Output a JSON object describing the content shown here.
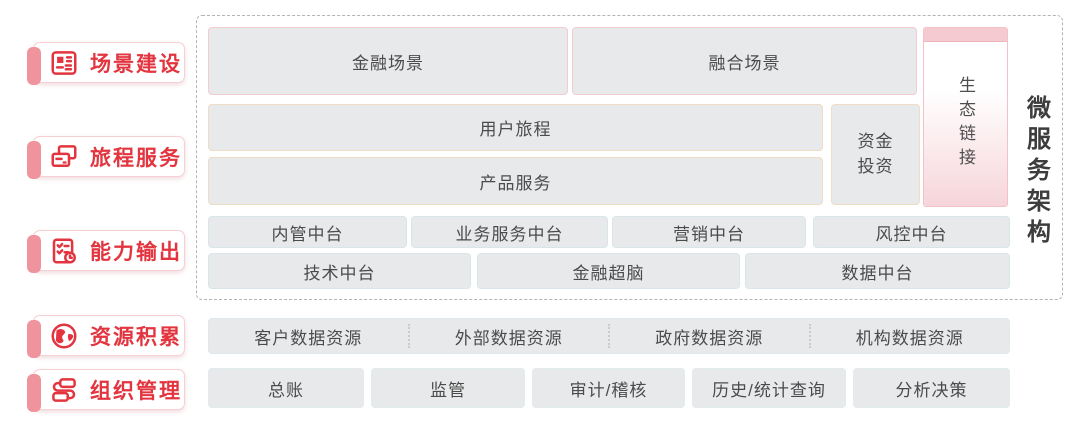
{
  "colors": {
    "accent_red": "#e2353f",
    "tab_pink": "#ef939d",
    "box_fill": "#e8e9eb",
    "scene_border_pink": "#f3ccd1",
    "journey_border_tan": "#eedcc5",
    "platform_border_blue": "#d9e6e9",
    "eco_header_pink": "#f5cbd1",
    "dashed_border_gray": "#b3b3b3"
  },
  "sidebar": {
    "items": [
      {
        "label": "场景建设",
        "icon": "dashboard-grid-icon"
      },
      {
        "label": "旅程服务",
        "icon": "cards-icon"
      },
      {
        "label": "能力输出",
        "icon": "checklist-clock-icon"
      },
      {
        "label": "资源积累",
        "icon": "globe-icon"
      },
      {
        "label": "组织管理",
        "icon": "org-flow-icon"
      }
    ]
  },
  "panel": {
    "architecture_label": "微服务架构",
    "eco_link_label": "生态链接",
    "scene_row": [
      "金融场景",
      "融合场景"
    ],
    "journey_row": {
      "user_journey": "用户旅程",
      "product_service": "产品服务",
      "fund_investment": "资金投资"
    },
    "platform_row_1": [
      "内管中台",
      "业务服务中台",
      "营销中台",
      "风控中台"
    ],
    "platform_row_2": [
      "技术中台",
      "金融超脑",
      "数据中台"
    ]
  },
  "data_resource_row": [
    "客户数据资源",
    "外部数据资源",
    "政府数据资源",
    "机构数据资源"
  ],
  "management_row": [
    "总账",
    "监管",
    "审计/稽核",
    "历史/统计查询",
    "分析决策"
  ]
}
